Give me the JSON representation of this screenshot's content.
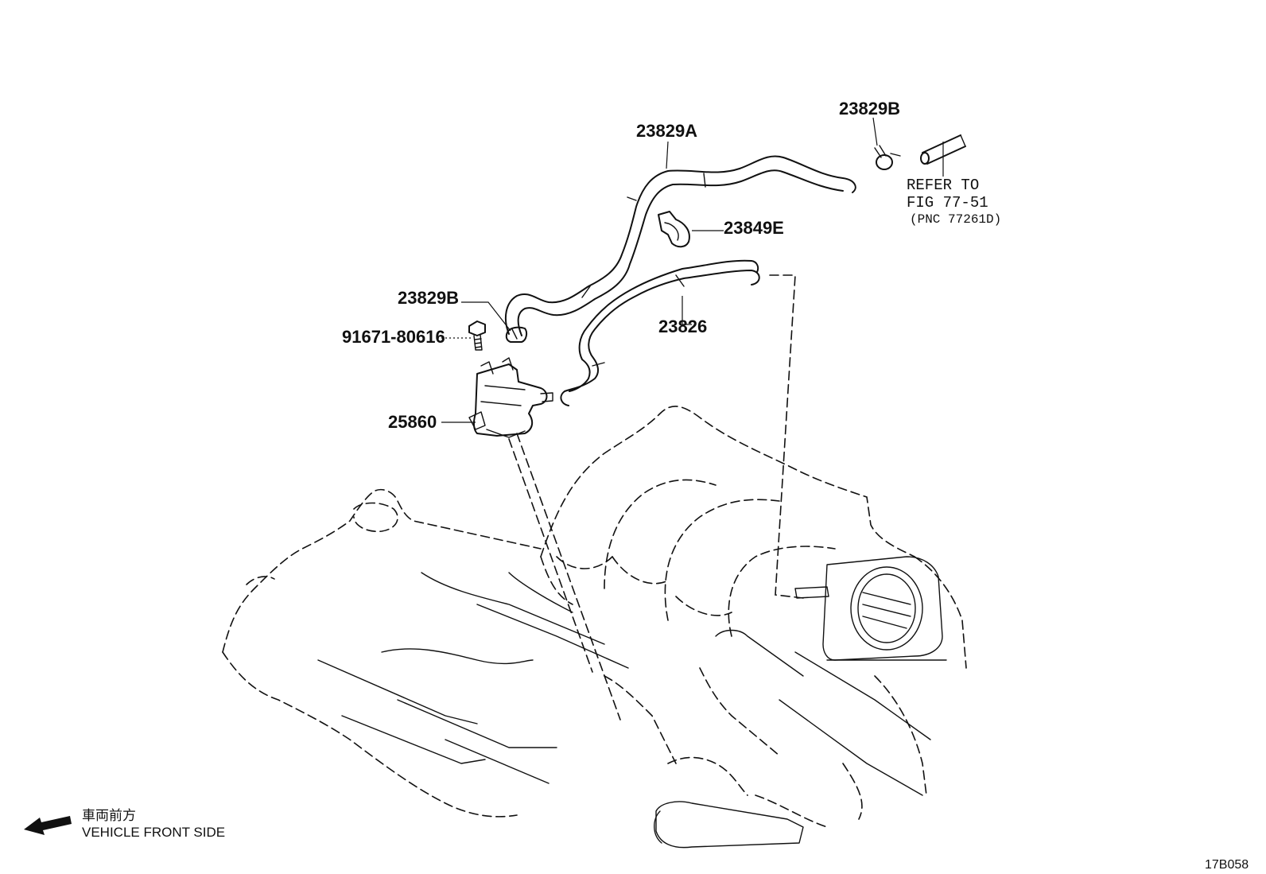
{
  "parts": [
    {
      "label": "23829A"
    },
    {
      "label": "23829B"
    },
    {
      "label": "23849E"
    },
    {
      "label": "23829B"
    },
    {
      "label": "91671-80616"
    },
    {
      "label": "23826"
    },
    {
      "label": "25860"
    }
  ],
  "reference": {
    "line1": "REFER TO",
    "line2": "FIG 77-51",
    "line3": "(PNC 77261D)"
  },
  "orientation": {
    "jp_label": "車両前方",
    "en_label": "VEHICLE FRONT SIDE"
  },
  "figure_code": "17B058"
}
